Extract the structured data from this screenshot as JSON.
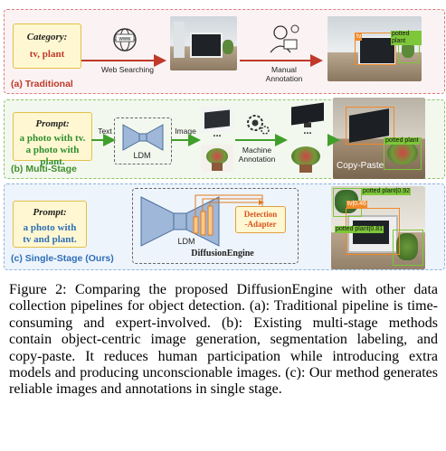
{
  "panels": {
    "a": {
      "box_title": "Category:",
      "box_value": "tv, plant",
      "label": "(a) Traditional",
      "step1": "Web Searching",
      "step2_line1": "Manual",
      "step2_line2": "Annotation",
      "icon_www": "www",
      "bbox_tv": "tv",
      "bbox_plant": "potted plant",
      "label_color": "#c0392b"
    },
    "b": {
      "box_title": "Prompt:",
      "box_line1": "a photo with tv.",
      "box_line2": "a photo with plant.",
      "label": "(b) Multi-Stage",
      "text_lbl": "Text",
      "image_lbl": "Image",
      "ldm": "LDM",
      "machine_line1": "Machine",
      "machine_line2": "Annotation",
      "ellipsis": "...",
      "copy_paste": "Copy-Paste",
      "bbox_plant": "potted plant",
      "label_color": "#3f8f2a"
    },
    "c": {
      "box_title": "Prompt:",
      "box_line1": "a photo with",
      "box_line2": "tv and plant.",
      "label": "(c) Single-Stage (Ours)",
      "ldm": "LDM",
      "adapter_line1": "Detection",
      "adapter_line2": "-Adapter",
      "engine": "DiffusionEngine",
      "bbox1": "potted plant|0.92",
      "bbox2": "tv|0.46",
      "bbox3": "potted plant|0.81",
      "label_color": "#2e6fb8"
    }
  },
  "caption": "Figure 2: Comparing the proposed DiffusionEngine with other data collection pipelines for object detection. (a): Traditional pipeline is time-consuming and expert-involved. (b): Existing multi-stage methods contain object-centric image generation, segmentation labeling, and copy-paste. It reduces human participation while introducing extra models and producing unconscionable images. (c): Our method generates reliable images and annotations in single stage."
}
